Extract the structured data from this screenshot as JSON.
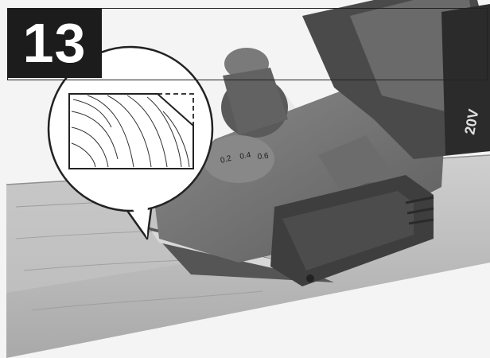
{
  "step": {
    "number": "13"
  },
  "tool": {
    "depth_scale": [
      "0.2",
      "0.4",
      "0.6"
    ],
    "voltage_mark": "20V"
  },
  "colors": {
    "badge_bg": "#1c1c1c",
    "badge_text": "#ffffff",
    "tool_body": "#6f6f6f",
    "tool_dark": "#3a3a3a",
    "wood": "#b8b8b8",
    "callout_stroke": "#222222"
  }
}
